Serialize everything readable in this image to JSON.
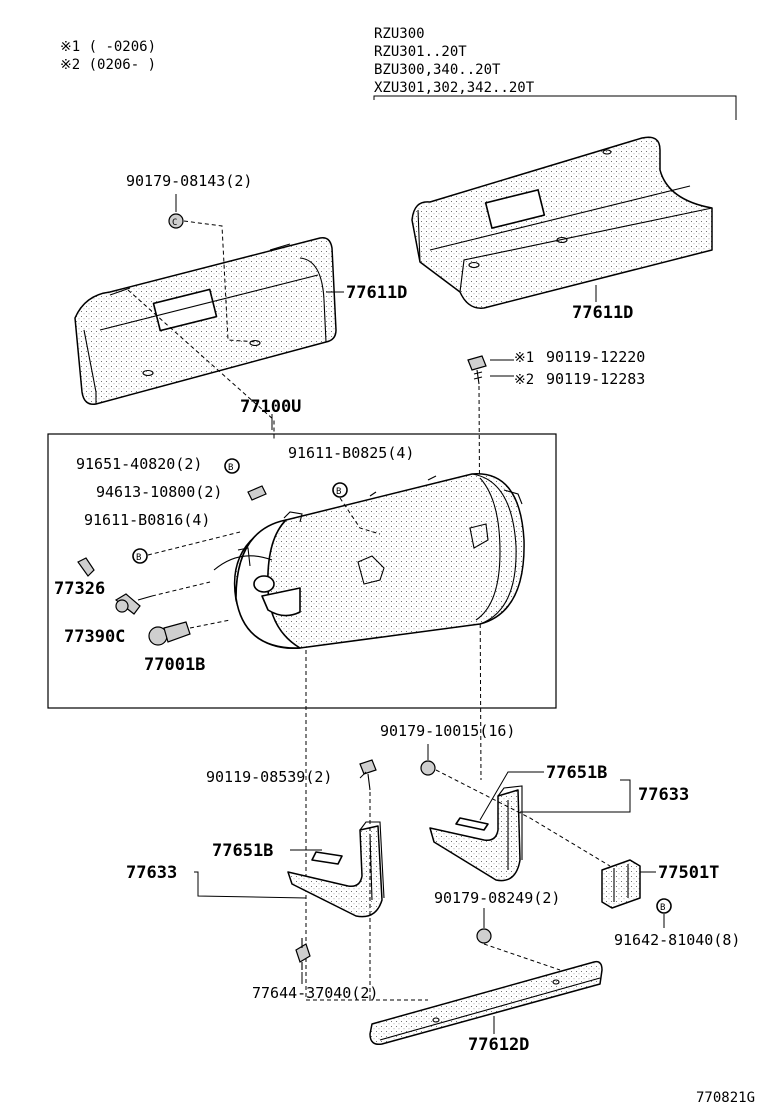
{
  "notes": {
    "line1": "※1 (     -0206)",
    "line2": "※2 (0206-     )"
  },
  "models": [
    "RZU300",
    "RZU301..20T",
    "BZU300,340..20T",
    "XZU301,302,342..20T"
  ],
  "parts": {
    "p90179_08143": "90179-08143(2)",
    "p77611D_left": "77611D",
    "p77611D_right": "77611D",
    "p90119_12220": "90119-12220",
    "p90119_12283": "90119-12283",
    "mark1": "※1",
    "mark2": "※2",
    "p77100U": "77100U",
    "p91651_40820": "91651-40820(2)",
    "p91611_B0825": "91611-B0825(4)",
    "p94613_10800": "94613-10800(2)",
    "p91611_B0816": "91611-B0816(4)",
    "p77326": "77326",
    "p77390C": "77390C",
    "p77001B": "77001B",
    "p90179_10015": "90179-10015(16)",
    "p90119_08539": "90119-08539(2)",
    "p77651B_right": "77651B",
    "p77633_right": "77633",
    "p77651B_left": "77651B",
    "p77633_left": "77633",
    "p77501T": "77501T",
    "p90179_08249": "90179-08249(2)",
    "p91642_81040": "91642-81040(8)",
    "p77644_37040": "77644-37040(2)",
    "p77612D": "77612D"
  },
  "symbols": {
    "b": "B",
    "c": "C"
  },
  "figure_code": "770821G"
}
